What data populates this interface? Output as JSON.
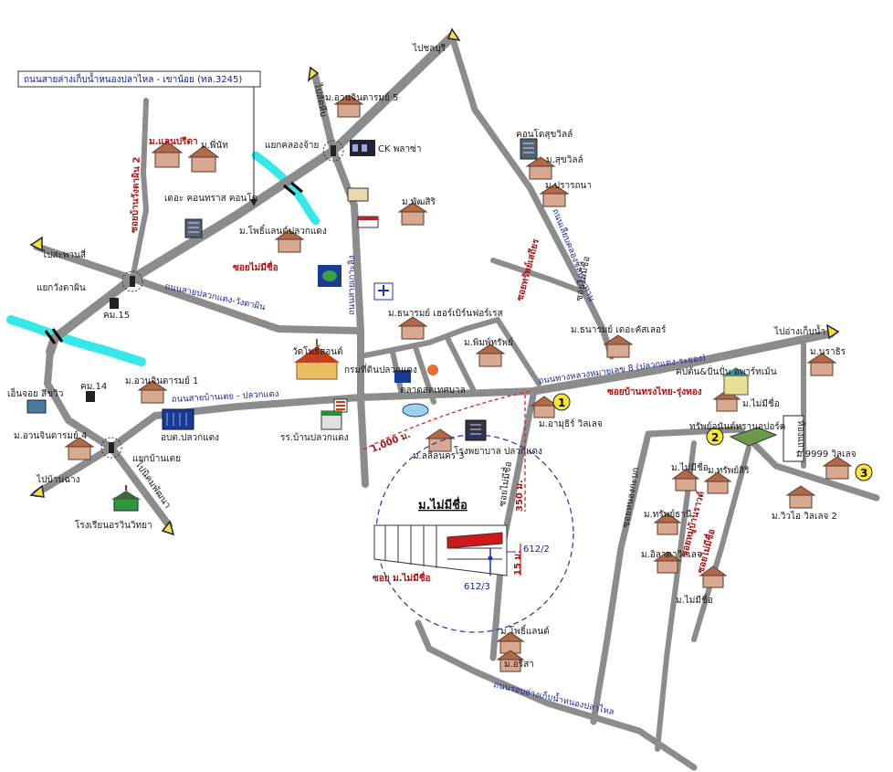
{
  "map": {
    "colors": {
      "road": "#8c8c8c",
      "river": "#38e8e8",
      "red_label": "#b01010",
      "blue_label": "#1020a0",
      "circle": "#2030c0",
      "marker": "#f6e83a",
      "plot_red": "#d01818"
    },
    "banner": "ถนนสายล่างเก็บน้ำหนองปลาไหล - เขาน้อย (ทล.3245)",
    "destinations": {
      "top": "ไปชลบุรี",
      "top_left": "ไปสัตหีบ",
      "left": "ไปสะพานสี่",
      "right": "ไปอ่างเก็บน้ำ",
      "bottom_left": "ไปบ้านฉาง",
      "bottom": "ไปนิคมพัฒนา"
    },
    "junctions": {
      "klong": "แยกคลองจ้าย",
      "wangtapin": "แยกวังตาผิน",
      "nongphai": "แยกบ้านเตย"
    },
    "roads": {
      "r1": "ถนนสายปลวกแดง-วังตาผิน",
      "r2": "ถนนสายบ้านเตย - ปลวกแดง",
      "r3": "ถนนทางหลวงหมายเลข 8 (ปลวกแดง-ระยอง)",
      "r4": "ถนนรอบอ่างเก็บน้ำหนองปลาไหล",
      "r5": "ซอยบ้านวังตาผิน 2",
      "r6": "ซอยทรัพย์เสถียร",
      "r7": "ถนนสายเกาะลิง",
      "r8": "ถนนเลียบคลองชลประทาน"
    },
    "places": {
      "p1": "ม.อวนจินดารมย์ 5",
      "p2": "ม.แลนปรีดา",
      "p3": "ม.พี่นัท",
      "p4": "เดอะ คอนทราส คอนโด",
      "p5": "CK พลาซ่า",
      "p6": "ม.พัฒสิริ",
      "p7": "ม.โพธิ์แลนด์ปลวกแดง",
      "p8": "ซอยไม่มีชื่อ",
      "p9": "คอนโดสุขวิลล์",
      "p10": "ม.สุขวิลล์",
      "p11": "ม.ปรารถนา",
      "p12": "ม.ธนารมย์ เฮอร์เบิร์นฟอร์เรส",
      "p13": "ม.พิมพ์ทรัพย์",
      "p14": "ม.ธนารมย์ เดอะคัสเลอร์",
      "p15": "ม.นราธิร",
      "p16": "วัดโพธิ์สอนต์",
      "p17": "กรมที่ดินปลวกแดง",
      "p18": "ตลาดสดเทศบาล",
      "p19": "ม.อวนจินดารมย์ 1",
      "p20": "เอ็นจอย สีขวิว",
      "p21": "ม.อวนจินดารมย์ 4",
      "p22": "อบต.ปลวกแดง",
      "p23": "รร.บ้านปลวกแดง",
      "p24": "ม.ลลิลนคร 3",
      "p25": "โรงพยาบาล ปลวกแดง",
      "p26": "ม.อามุธิร์ วิลเลจ",
      "p27": "คปต้น&ปั่นปั่น อพาร์ทเม้น",
      "p28": "ซอยบ้านทรงไทย-รุ่งทอง",
      "p29": "ม.ไม่มีชื่อ",
      "p30": "ทรัพย์อนันต์ทรานอปอร์ต",
      "p31": "ห้องแถว",
      "p32": "ม.9999 วิลเลจ",
      "p33": "ม.วิวไอ วิลเลจ 2",
      "p34": "ม.ไม่มีชื่อ",
      "p35": "ม.ทรัพย์สิริ",
      "p36": "ม.ทรัพย์ธานี",
      "p37": "ม.อิลาดาวิลเลจ",
      "p38": "ม.ไม่มีชื่อ",
      "p39": "ม.โพธิ์แลนด์",
      "p40": "ม.อริสา",
      "p41": "โรงเรียนอรวินวิทยา",
      "p42": "คม.15",
      "p43": "คม.14",
      "p44": "ซอยไม่มีชื่อ",
      "p45": "ซอยไม่มีชื่อ",
      "p46": "ซอยหมู่บ้านราวด์",
      "p47": "ซอยหนองกะบก",
      "p48": "ซอยไม่มีชื่อ"
    },
    "target": {
      "title": "ม.ไม่มีชื่อ",
      "soi": "ซอย ม.ไม่มีชื่อ",
      "plot_a": "612/2",
      "plot_b": "612/3",
      "dist_a": "1,000 ม.",
      "dist_b": "350 ม.",
      "dist_c": "15 ม."
    },
    "markers": {
      "m1": "1",
      "m2": "2",
      "m3": "3"
    }
  }
}
